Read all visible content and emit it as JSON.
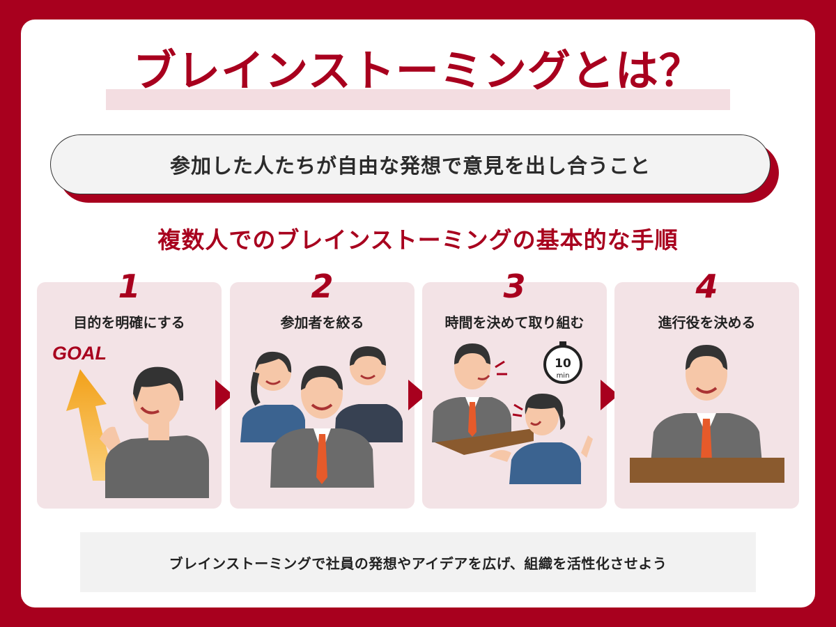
{
  "title": "ブレインストーミングとは？",
  "definition": "参加した人たちが自由な発想で意見を出し合うこと",
  "subtitle": "複数人でのブレインストーミングの基本的な手順",
  "steps": [
    {
      "number": "1",
      "label": "目的を明確にする",
      "badge": "GOAL"
    },
    {
      "number": "2",
      "label": "参加者を絞る"
    },
    {
      "number": "3",
      "label": "時間を決めて取り組む",
      "timer_value": "10",
      "timer_unit": "min"
    },
    {
      "number": "4",
      "label": "進行役を決める"
    }
  ],
  "footer": "ブレインストーミングで社員の発想やアイデアを広げ、組織を活性化させよう",
  "colors": {
    "brand": "#a8001e",
    "card_bg": "#f3e3e6",
    "title_band": "#f3dde1"
  }
}
